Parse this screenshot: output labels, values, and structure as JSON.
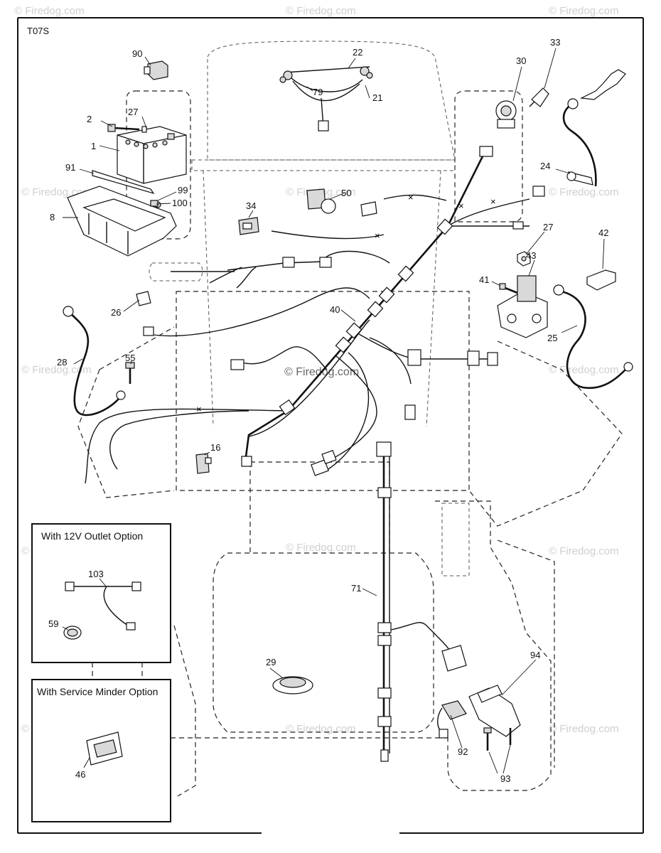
{
  "diagram_id": "T07S",
  "watermark": "© Firedog.com",
  "callouts": {
    "c1": "1",
    "c2": "2",
    "c8": "8",
    "c16": "16",
    "c21": "21",
    "c22": "22",
    "c24": "24",
    "c25": "25",
    "c26": "26",
    "c27a": "27",
    "c27b": "27",
    "c28": "28",
    "c29": "29",
    "c30": "30",
    "c33": "33",
    "c34": "34",
    "c40": "40",
    "c41": "41",
    "c42": "42",
    "c43": "43",
    "c46": "46",
    "c50": "50",
    "c55": "55",
    "c59": "59",
    "c71": "71",
    "c79": "79",
    "c90": "90",
    "c91": "91",
    "c92": "92",
    "c93": "93",
    "c94": "94",
    "c99": "99",
    "c100": "100",
    "c103": "103"
  },
  "insets": {
    "outlet": {
      "title": "With 12V Outlet Option"
    },
    "minder": {
      "title": "With Service Minder Option"
    }
  }
}
